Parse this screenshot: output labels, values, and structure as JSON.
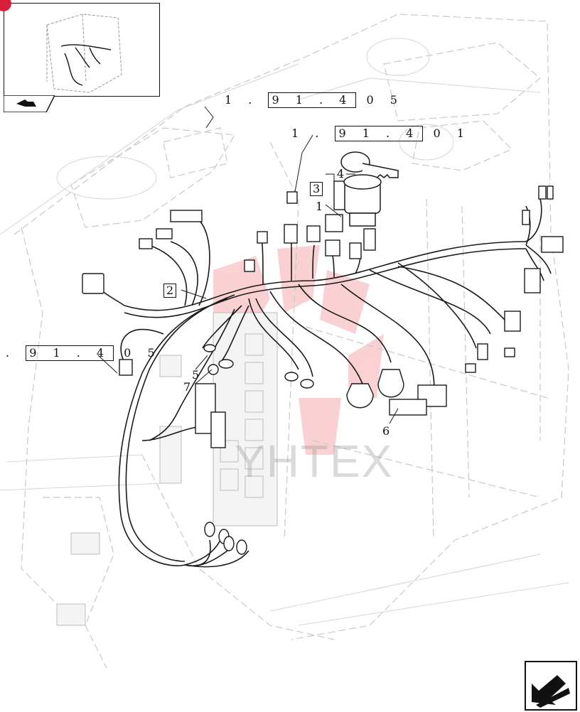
{
  "references": {
    "ref_top_prefix": "1 .",
    "ref_top_box": "9 1 . 4",
    "ref_top_suffix": "0 5",
    "ref_mid_prefix": "1 .",
    "ref_mid_box": "9 1 . 4",
    "ref_mid_suffix": "0 1",
    "ref_left_prefix": ".",
    "ref_left_box": "9 1 . 4",
    "ref_left_suffix": "0 5"
  },
  "callouts": {
    "c3": "3",
    "c4": "4",
    "c1": "1",
    "c2": "2",
    "c7": "7",
    "c5": "5",
    "c6": "6"
  },
  "watermark": "YHTEX",
  "colors": {
    "line": "#1a1a1a",
    "ghost": "#c8c8c8",
    "watermark_red": "#e8343a"
  },
  "icons": {
    "thumbnail": "cab-thumbnail-icon",
    "prev_page": "back-arrow-icon",
    "next_page": "next-page-arrow-icon"
  }
}
